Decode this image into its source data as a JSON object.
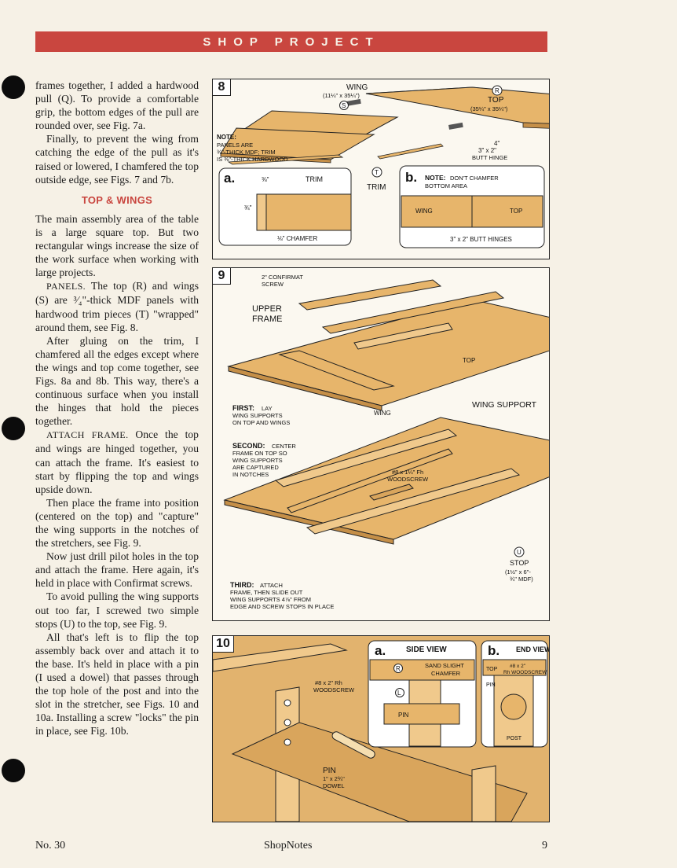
{
  "banner": {
    "title": "SHOP PROJECT"
  },
  "article": {
    "p1": "frames together, I added a hardwood pull (Q). To provide a comfortable grip, the bottom edges of the pull are rounded over, see Fig. 7a.",
    "p2": "Finally, to prevent the wing from catching the edge of the pull as it's raised or lowered, I chamfered the top outside edge, see Figs. 7 and 7b.",
    "heading": "TOP & WINGS",
    "p3": "The main assembly area of the table is a large square top. But two rectangular wings increase the size of the work surface when working with large projects.",
    "p4_lead": "PANELS.",
    "p4": "The top (R) and wings (S) are ³⁄₄\"-thick MDF panels with hardwood trim pieces (T) \"wrapped\" around them, see Fig. 8.",
    "p5": "After gluing on the trim, I chamfered all the edges except where the wings and top come together, see Figs. 8a and 8b. This way, there's a continuous surface when you install the hinges that hold the pieces together.",
    "p6_lead": "ATTACH FRAME.",
    "p6": "Once the top and wings are hinged together, you can attach the frame. It's easiest to start by flipping the top and wings upside down.",
    "p7": "Then place the frame into position (centered on the top) and \"capture\" the wing supports in the notches of the stretchers, see Fig. 9.",
    "p8": "Now just drill pilot holes in the top and attach the frame. Here again, it's held in place with Confirmat screws.",
    "p9": "To avoid pulling the wing supports out too far, I screwed two simple stops (U) to the top, see Fig. 9.",
    "p10": "All that's left is to flip the top assembly back over and attach it to the base. It's held in place with a pin (I used a dowel) that passes through the top hole of the post and into the slot in the stretcher, see Figs. 10 and 10a. Installing a screw \"locks\" the pin in place, see Fig. 10b."
  },
  "fig8": {
    "num": "8",
    "wing": "WING",
    "wing_dim": "(11¼\" x 35¼\")",
    "s": "S",
    "r": "R",
    "top": "TOP",
    "top_dim": "(35¼\" x 35¼\")",
    "note_title": "NOTE:",
    "note_lines": [
      "PANELS ARE",
      "¾\"-THICK MDF; TRIM",
      "IS ⅜\"-THICK HARDWOOD"
    ],
    "four": "4\"",
    "hinge": "3\" x 2\"",
    "hinge2": "BUTT HINGE",
    "t": "T",
    "trim": "TRIM",
    "a": "a.",
    "a_trim": "TRIM",
    "a_d1": "⅜\"",
    "a_d2": "¾\"",
    "a_chamfer": "⅛\" CHAMFER",
    "b": "b.",
    "b_note": "NOTE:",
    "b_note1": "DON'T CHAMFER",
    "b_note2": "BOTTOM AREA",
    "b_wing": "WING",
    "b_top": "TOP",
    "b_hinges": "3\" x 2\" BUTT HINGES"
  },
  "fig9": {
    "num": "9",
    "confirmat": [
      "2\" CONFIRMAT",
      "SCREW"
    ],
    "upper_frame": [
      "UPPER",
      "FRAME"
    ],
    "top": "TOP",
    "wing": "WING",
    "wing_support": "WING SUPPORT",
    "first_lead": "FIRST:",
    "first": [
      "LAY",
      "WING SUPPORTS",
      "ON TOP AND WINGS"
    ],
    "second_lead": "SECOND:",
    "second": [
      "CENTER",
      "FRAME ON TOP SO",
      "WING SUPPORTS",
      "ARE CAPTURED",
      "IN NOTCHES"
    ],
    "woodscrew": [
      "#8 x 1¼\" Fh",
      "WOODSCREW"
    ],
    "u": "U",
    "stop": "STOP",
    "stop_dim": [
      "(1½\" x 6\"-",
      "¾\" MDF)"
    ],
    "third_lead": "THIRD:",
    "third": [
      "ATTACH",
      "FRAME, THEN SLIDE OUT",
      "WING SUPPORTS 4⅞\" FROM",
      "EDGE AND SCREW STOPS IN PLACE"
    ]
  },
  "fig10": {
    "num": "10",
    "rh_screw": [
      "#8 x 2\" Rh",
      "WOODSCREW"
    ],
    "pin": [
      "PIN",
      "1\" x 2¾\"",
      "DOWEL"
    ],
    "a": "a.",
    "side_view": "SIDE VIEW",
    "r": "R",
    "sand": [
      "SAND SLIGHT",
      "CHAMFER"
    ],
    "l": "L",
    "a_pin": "PIN",
    "b": "b.",
    "end_view": "END VIEW",
    "b_top": "TOP",
    "b_screw": [
      "#8 x 2\"",
      "Rh WOODSCREW"
    ],
    "b_pin": "PIN",
    "b_post": "POST"
  },
  "footer": {
    "left": "No. 30",
    "center": "ShopNotes",
    "right": "9"
  }
}
